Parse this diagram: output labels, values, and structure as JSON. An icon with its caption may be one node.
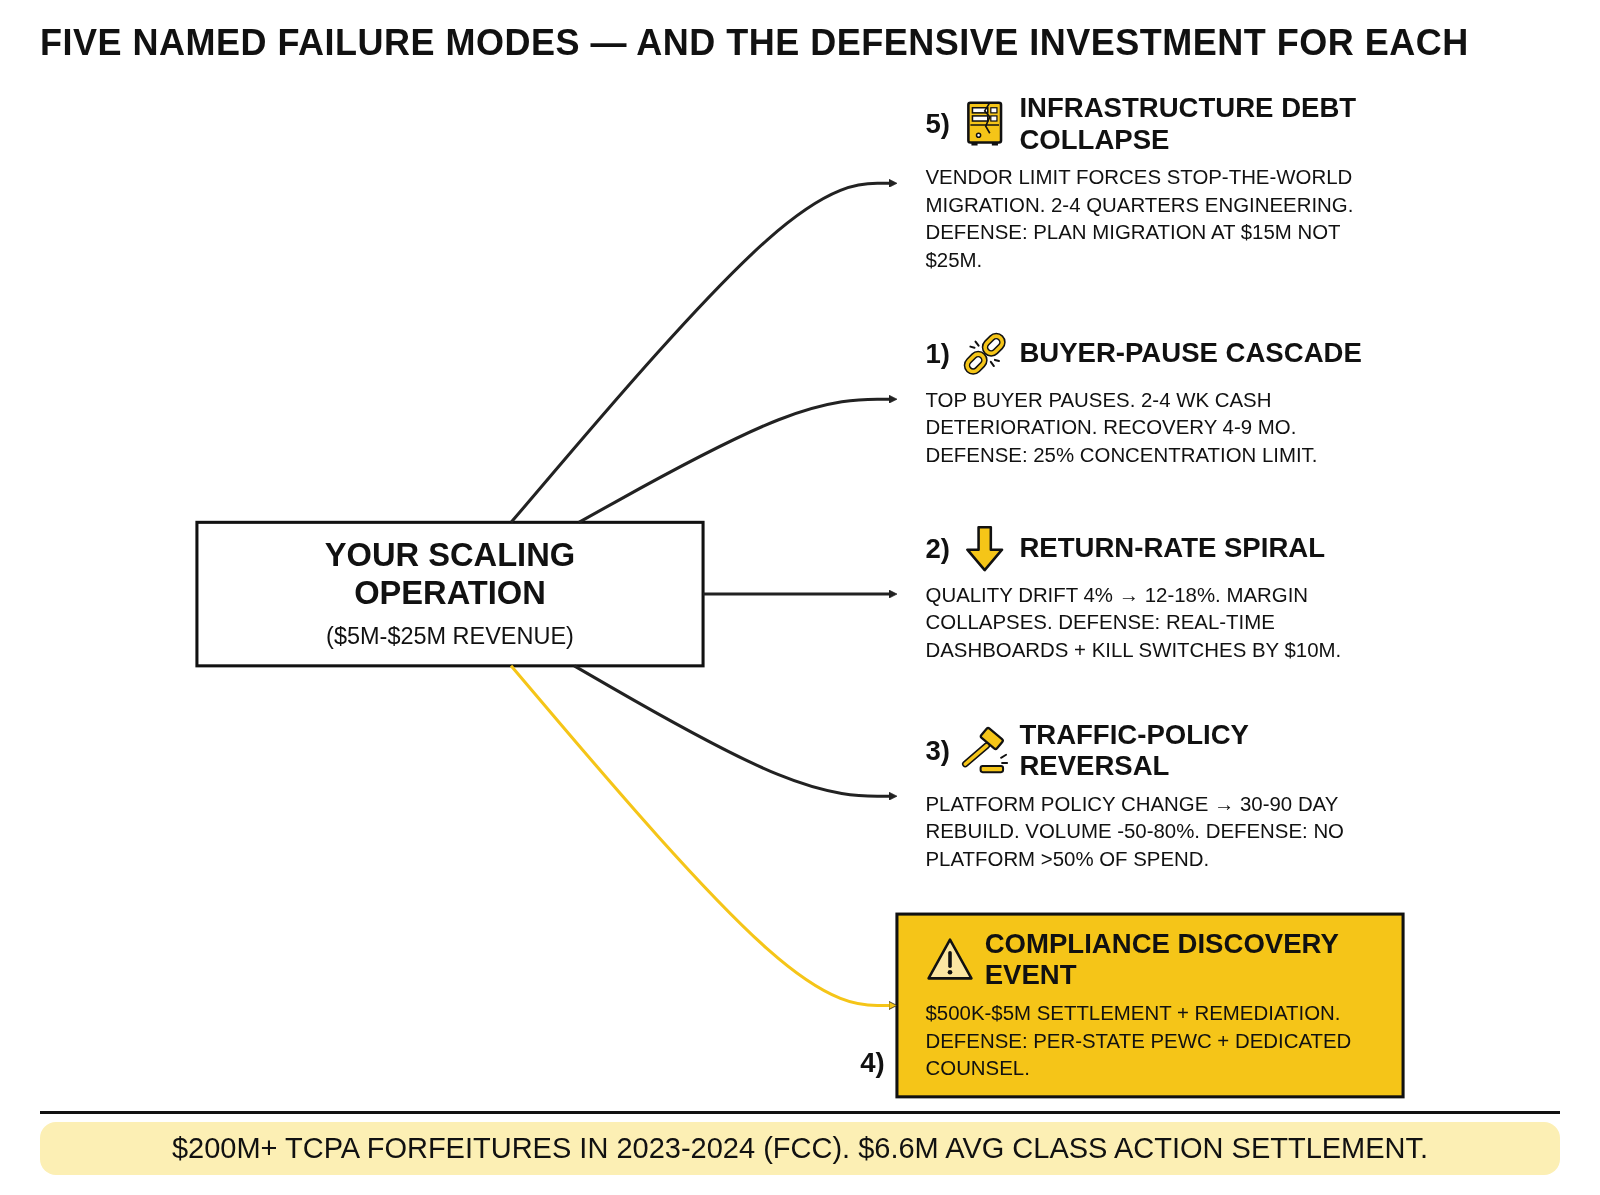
{
  "diagram": {
    "title": "FIVE NAMED FAILURE MODES — AND THE DEFENSIVE INVESTMENT FOR EACH",
    "nodes": [
      {
        "text": [
          "INFRASTRUCTURE DEBT COLLAPSE",
          "VENDOR LIMIT FORCES STOP-THE-WORLD MIGRATION. 2-4 QUARTERS ENGINEERING. DEFENSE: PLAN MIGRATION AT $15M NOT $25M."
        ],
        "beside": [
          "5)"
        ]
      },
      {
        "text": [
          "BUYER-PAUSE CASCADE",
          "TOP BUYER PAUSES. 2-4 WK CASH DETERIORATION. RECOVERY 4-9 MO. DEFENSE: 25% CONCENTRATION LIMIT."
        ],
        "beside": [
          "1)"
        ]
      },
      {
        "text": [
          "RETURN-RATE SPIRAL",
          "QUALITY DRIFT 4% → 12-18%. MARGIN COLLAPSES. DEFENSE: REAL-TIME DASHBOARDS + KILL SWITCHES BY $10M."
        ],
        "beside": [
          "2)"
        ]
      },
      {
        "text": [
          "YOUR SCALING OPERATION",
          "($5M-$25M REVENUE)"
        ]
      },
      {
        "text": [
          "TRAFFIC-POLICY REVERSAL",
          "PLATFORM POLICY CHANGE → 30-90 DAY REBUILD. VOLUME -50-80%. DEFENSE: NO PLATFORM >50% OF SPEND."
        ],
        "beside": [
          "3)"
        ]
      },
      {
        "text": [
          "COMPLIANCE DISCOVERY EVENT",
          "$500K-$5M SETTLEMENT + REMEDIATION. DEFENSE: PER-STATE PEWC + DEDICATED COUNSEL."
        ],
        "beside": [
          "4)"
        ]
      }
    ],
    "edges": [
      {
        "from": 3,
        "to": 0,
        "arrow": "to"
      },
      {
        "from": 3,
        "to": 1,
        "arrow": "to"
      },
      {
        "from": 3,
        "to": 2,
        "arrow": "to"
      },
      {
        "from": 3,
        "to": 4,
        "arrow": "to"
      },
      {
        "from": 3,
        "to": 5,
        "arrow": "to",
        "color": "#f5c518"
      }
    ],
    "caption": "$200M+ TCPA FORFEITURES IN 2023-2024 (FCC). $6.6M AVG CLASS ACTION SETTLEMENT."
  }
}
